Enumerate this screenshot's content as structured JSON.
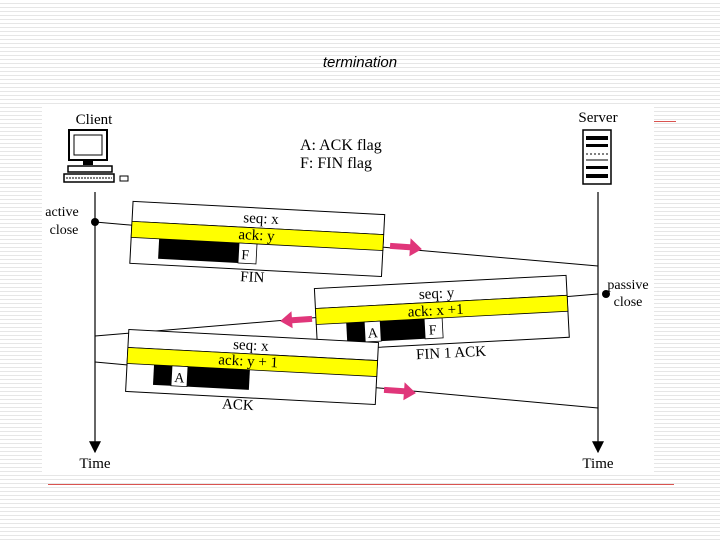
{
  "slide": {
    "title": "termination"
  },
  "diagram": {
    "client_label": "Client",
    "server_label": "Server",
    "legend": [
      "A: ACK flag",
      "F: FIN flag"
    ],
    "client_event": [
      "active",
      "close"
    ],
    "server_event": [
      "passive",
      "close"
    ],
    "time_left": "Time",
    "time_right": "Time",
    "segments": [
      {
        "seq": "seq: x",
        "ack": "ack: y",
        "flag": "F",
        "caption": "FIN"
      },
      {
        "seq": "seq: y",
        "ack": "ack: x +1",
        "flag_a": "A",
        "flag_f": "F",
        "caption": "FIN 1 ACK"
      },
      {
        "seq": "seq: x",
        "ack": "ack: y + 1",
        "flag": "A",
        "caption": "ACK"
      }
    ],
    "colors": {
      "highlight": "#ffff00",
      "arrow": "#e0367a",
      "rule": "#d9534f"
    }
  }
}
